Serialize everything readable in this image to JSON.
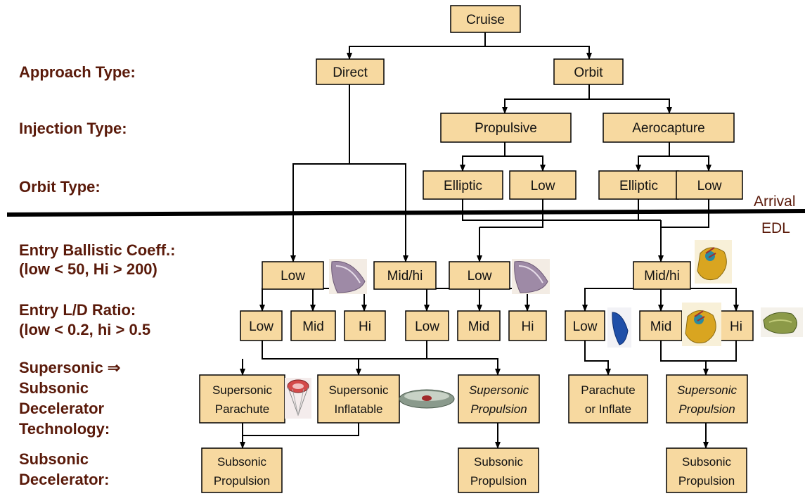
{
  "row_labels": {
    "approach": "Approach Type:",
    "injection": "Injection Type:",
    "orbit": "Orbit Type:",
    "ballistic": [
      "Entry Ballistic Coeff.:",
      "(low < 50, Hi > 200)"
    ],
    "ld": [
      "Entry L/D Ratio:",
      "(low < 0.2, hi > 0.5"
    ],
    "supersonic": [
      "Supersonic ⇒",
      "Subsonic",
      "Decelerator",
      "Technology:"
    ],
    "subsonic": [
      "Subsonic",
      "Decelerator:"
    ]
  },
  "side_labels": {
    "arrival": "Arrival",
    "edl": "EDL"
  },
  "nodes": {
    "cruise": [
      "Cruise"
    ],
    "direct": [
      "Direct"
    ],
    "orbit": [
      "Orbit"
    ],
    "propulsive": [
      "Propulsive"
    ],
    "aerocapture": [
      "Aerocapture"
    ],
    "elliptic1": [
      "Elliptic"
    ],
    "low_orbit1": [
      "Low"
    ],
    "elliptic2": [
      "Elliptic"
    ],
    "low_orbit2": [
      "Low"
    ],
    "bc_low1": [
      "Low"
    ],
    "bc_midhi1": [
      "Mid/hi"
    ],
    "bc_low2": [
      "Low"
    ],
    "bc_midhi2": [
      "Mid/hi"
    ],
    "ld_low1": [
      "Low"
    ],
    "ld_mid1": [
      "Mid"
    ],
    "ld_hi1": [
      "Hi"
    ],
    "ld_low2": [
      "Low"
    ],
    "ld_mid2": [
      "Mid"
    ],
    "ld_hi2": [
      "Hi"
    ],
    "ld_low3": [
      "Low"
    ],
    "ld_mid3": [
      "Mid"
    ],
    "ld_hi3": [
      "Hi"
    ],
    "sup_parachute": [
      "Supersonic",
      "Parachute"
    ],
    "sup_inflatable": [
      "Supersonic",
      "Inflatable"
    ],
    "sup_propulsion1": [
      "Supersonic",
      "Propulsion"
    ],
    "parachute_inflate": [
      "Parachute",
      "or Inflate"
    ],
    "sup_propulsion2": [
      "Supersonic",
      "Propulsion"
    ],
    "sub_propulsion1": [
      "Subsonic",
      "Propulsion"
    ],
    "sub_propulsion2": [
      "Subsonic",
      "Propulsion"
    ],
    "sub_propulsion3": [
      "Subsonic",
      "Propulsion"
    ]
  },
  "icons": [
    "aeroshell-disc-icon",
    "aeroshell-disc-icon",
    "ellipsled-icon",
    "blue-capsule-icon",
    "ellipsled-icon",
    "biconic-icon",
    "parachute-cone-icon",
    "inflatable-decelerator-icon"
  ],
  "colors": {
    "box_fill": "#f7d9a0",
    "label_text": "#5a1a0a"
  }
}
